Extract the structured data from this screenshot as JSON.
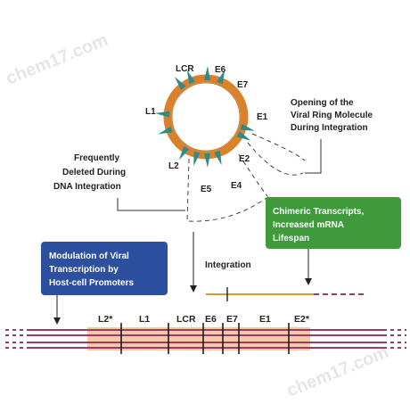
{
  "watermark": "chem17.com",
  "ring": {
    "genes": {
      "lcr": "LCR",
      "e6": "E6",
      "e7": "E7",
      "e1": "E1",
      "e2": "E2",
      "e4": "E4",
      "e5": "E5",
      "l2": "L2",
      "l1": "L1"
    }
  },
  "annotations": {
    "opening": [
      "Opening of the",
      "Viral Ring Molecule",
      "During Integration"
    ],
    "deleted": [
      "Frequently",
      "Deleted During",
      "DNA Integration"
    ],
    "integration": "Integration"
  },
  "boxes": {
    "chimeric": {
      "lines": [
        "Chimeric Transcripts,",
        "Increased mRNA",
        "Lifespan"
      ],
      "color": "#3f9a3b"
    },
    "modulation": {
      "lines": [
        "Modulation of Viral",
        "Transcription by",
        "Host-cell Promoters"
      ],
      "color": "#2c4f9f"
    }
  },
  "chromosome": {
    "labels": {
      "l2s": "L2*",
      "l1": "L1",
      "lcr": "LCR",
      "e6": "E6",
      "e7": "E7",
      "e1": "E1",
      "e2s": "E2*"
    }
  },
  "colors": {
    "ring": "#d9822b",
    "spike": "#2e8b8b",
    "host": "#9b3a62",
    "viral_fill": "#f5c9a8",
    "orange": "#e0952f"
  }
}
